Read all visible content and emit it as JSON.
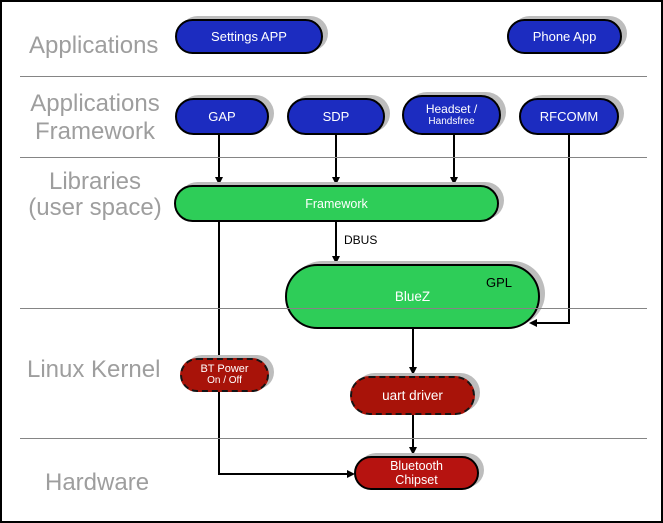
{
  "layers": [
    {
      "label": "Applications"
    },
    {
      "lines": [
        "Applications",
        "Framework"
      ]
    },
    {
      "lines": [
        "Libraries",
        "(user space)"
      ]
    },
    {
      "label": "Linux Kernel"
    },
    {
      "label": "Hardware"
    }
  ],
  "nodes": {
    "settings_app": {
      "label": "Settings APP"
    },
    "phone_app": {
      "label": "Phone App"
    },
    "gap": {
      "label": "GAP"
    },
    "sdp": {
      "label": "SDP"
    },
    "headset": {
      "lines": [
        "Headset /",
        "Handsfree"
      ]
    },
    "rfcomm": {
      "label": "RFCOMM"
    },
    "framework": {
      "label": "Framework"
    },
    "bluez": {
      "label": "BlueZ",
      "badge": "GPL"
    },
    "bt_power": {
      "lines": [
        "BT Power",
        "On / Off"
      ]
    },
    "uart_driver": {
      "label": "uart driver"
    },
    "chipset": {
      "lines": [
        "Bluetooth",
        "Chipset"
      ]
    }
  },
  "edges": [
    {
      "from": "GAP",
      "to": "Framework"
    },
    {
      "from": "SDP",
      "to": "Framework"
    },
    {
      "from": "Headset / Handsfree",
      "to": "Framework"
    },
    {
      "from": "Framework",
      "to": "BlueZ",
      "label": "DBUS"
    },
    {
      "from": "RFCOMM",
      "to": "BlueZ"
    },
    {
      "from": "Framework",
      "to": "Bluetooth Chipset",
      "via": "BT Power On / Off"
    },
    {
      "from": "BlueZ",
      "to": "uart driver"
    },
    {
      "from": "uart driver",
      "to": "Bluetooth Chipset"
    }
  ],
  "colors": {
    "application_blue": "#1c2cc0",
    "userspace_green": "#2ecd58",
    "kernel_dark_red": "#a81309",
    "hardware_red": "#b61310",
    "pill_shadow": "#bdbdbd",
    "divider_gray": "#858585",
    "layer_label_gray": "#9e9e9e",
    "connector_black": "#000000"
  }
}
